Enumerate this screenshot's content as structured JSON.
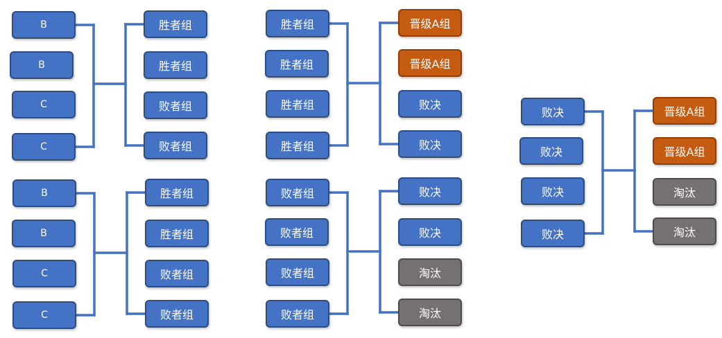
{
  "colors": {
    "blue": "#4472c4",
    "orange": "#c55a11",
    "gray": "#767171",
    "line": "#4472c4"
  },
  "brackets": [
    {
      "inputs": [
        "B",
        "B",
        "C",
        "C"
      ],
      "outputs": [
        {
          "label": "胜者组",
          "color": "blue"
        },
        {
          "label": "胜者组",
          "color": "blue"
        },
        {
          "label": "败者组",
          "color": "blue"
        },
        {
          "label": "败者组",
          "color": "blue"
        }
      ]
    },
    {
      "inputs": [
        "B",
        "B",
        "C",
        "C"
      ],
      "outputs": [
        {
          "label": "胜者组",
          "color": "blue"
        },
        {
          "label": "胜者组",
          "color": "blue"
        },
        {
          "label": "败者组",
          "color": "blue"
        },
        {
          "label": "败者组",
          "color": "blue"
        }
      ]
    },
    {
      "inputs": [
        "胜者组",
        "胜者组",
        "胜者组",
        "胜者组"
      ],
      "outputs": [
        {
          "label": "晋级A组",
          "color": "orange"
        },
        {
          "label": "晋级A组",
          "color": "orange"
        },
        {
          "label": "败决",
          "color": "blue"
        },
        {
          "label": "败决",
          "color": "blue"
        }
      ]
    },
    {
      "inputs": [
        "败者组",
        "败者组",
        "败者组",
        "败者组"
      ],
      "outputs": [
        {
          "label": "败决",
          "color": "blue"
        },
        {
          "label": "败决",
          "color": "blue"
        },
        {
          "label": "淘汰",
          "color": "gray"
        },
        {
          "label": "淘汰",
          "color": "gray"
        }
      ]
    },
    {
      "inputs": [
        "败决",
        "败决",
        "败决",
        "败决"
      ],
      "outputs": [
        {
          "label": "晋级A组",
          "color": "orange"
        },
        {
          "label": "晋级A组",
          "color": "orange"
        },
        {
          "label": "淘汰",
          "color": "gray"
        },
        {
          "label": "淘汰",
          "color": "gray"
        }
      ]
    }
  ]
}
